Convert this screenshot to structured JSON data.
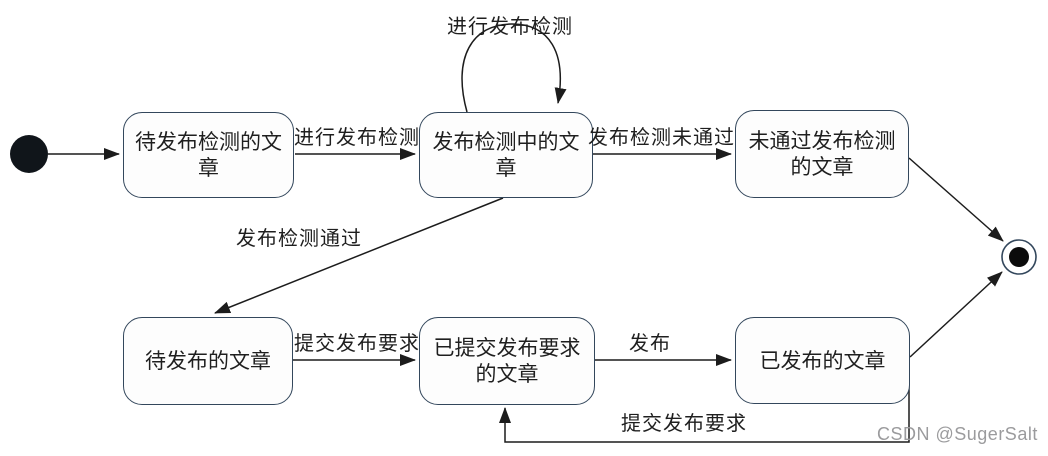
{
  "diagram": {
    "type": "uml-state-diagram",
    "states": [
      {
        "label": "待发布检测的文章"
      },
      {
        "label": "发布检测中的文章"
      },
      {
        "label": "未通过发布检测的文章"
      },
      {
        "label": "待发布的文章"
      },
      {
        "label": "已提交发布要求的文章"
      },
      {
        "label": "已发布的文章"
      }
    ],
    "transitions": {
      "self_loop_check": "进行发布检测",
      "to_checking": "进行发布检测",
      "check_failed": "发布检测未通过",
      "check_passed": "发布检测通过",
      "submit_request": "提交发布要求",
      "publish": "发布",
      "resubmit_request": "提交发布要求"
    },
    "watermark": "CSDN @SugerSalt",
    "colors": {
      "state_border": "#33475c",
      "line": "#1c1c1c",
      "text": "#1f1f1f",
      "watermark": "#9b9b9d"
    }
  }
}
